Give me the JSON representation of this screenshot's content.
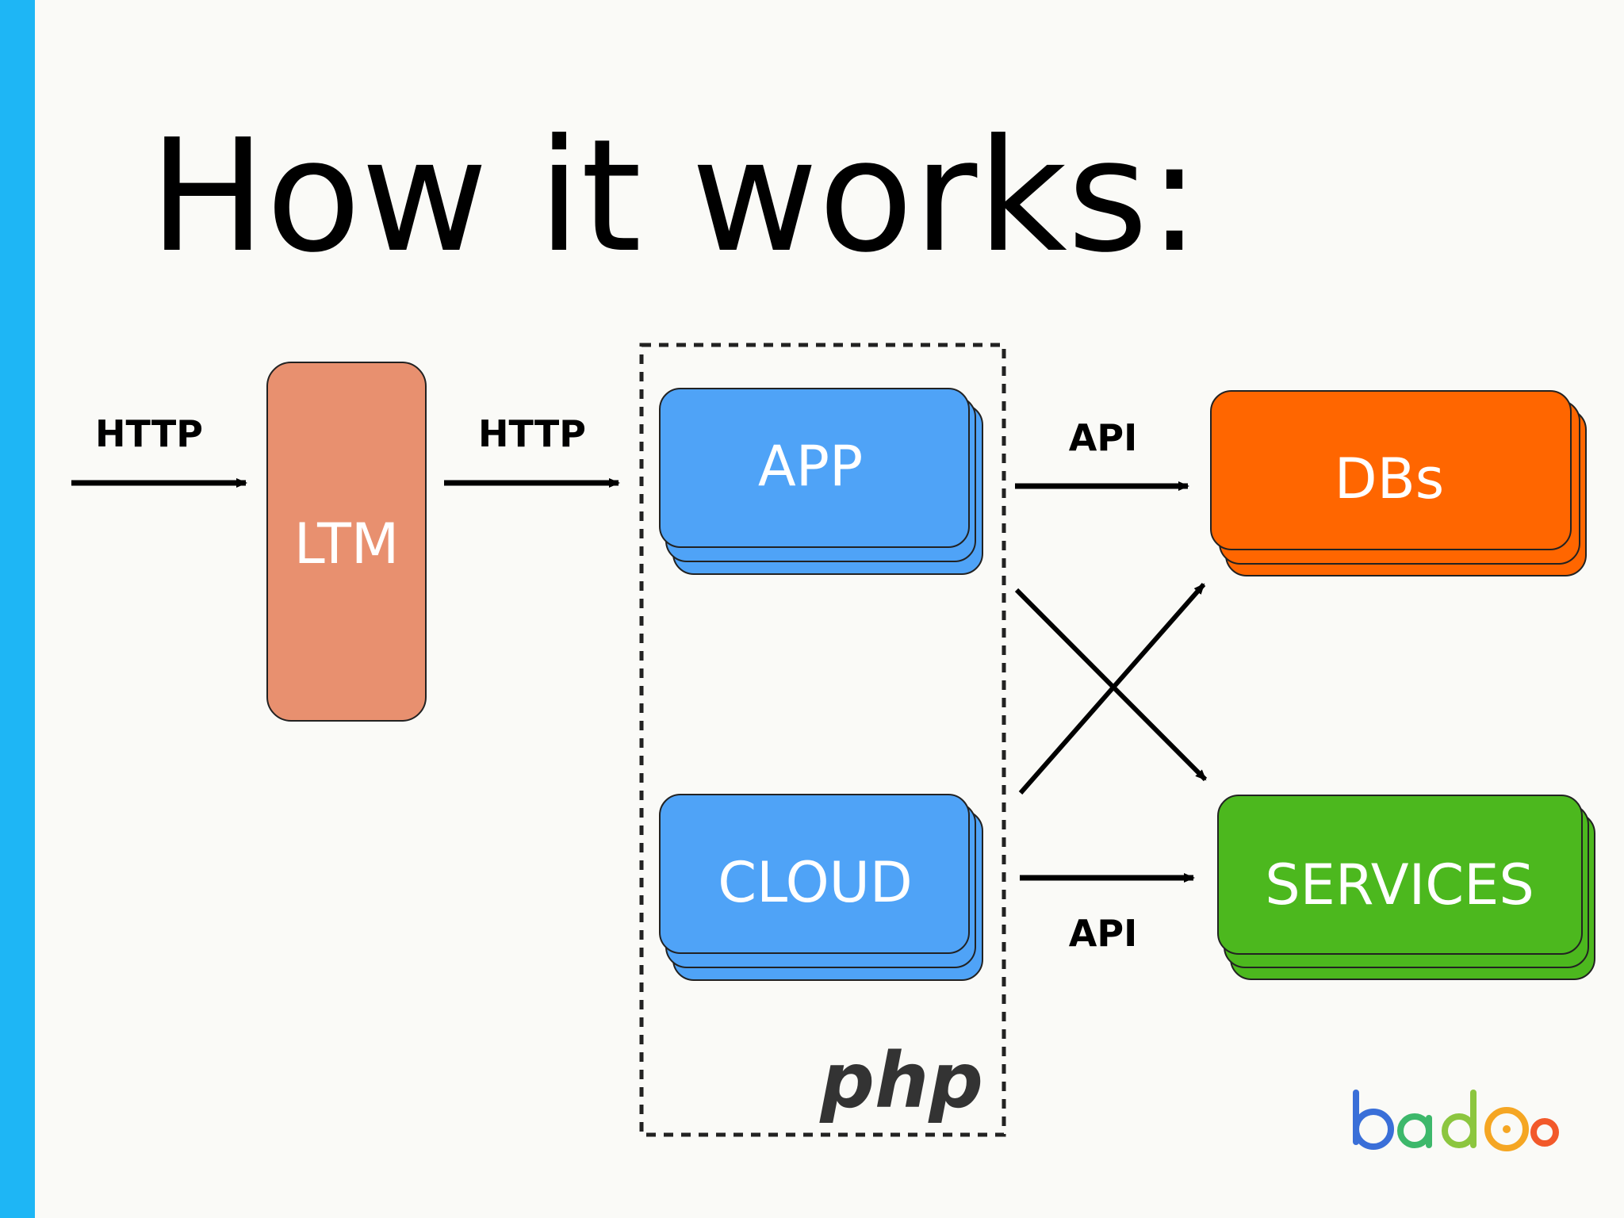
{
  "slide": {
    "title": "How it works:"
  },
  "colors": {
    "side_bar": "#1eb6f5",
    "ltm": "#e8906f",
    "app": "#4fa3f7",
    "cloud": "#4fa3f7",
    "dbs": "#ff6600",
    "services": "#4cb81e",
    "arrow": "#000000",
    "php_frame": "#222222"
  },
  "diagram": {
    "nodes": {
      "ltm": "LTM",
      "app": "APP",
      "cloud": "CLOUD",
      "dbs": "DBs",
      "services": "SERVICES"
    },
    "edge_labels": {
      "client_to_ltm": "HTTP",
      "ltm_to_app": "HTTP",
      "app_to_dbs": "API",
      "cloud_to_services": "API"
    },
    "group_label": "php"
  },
  "logo": {
    "text": "badoo",
    "icon": "badoo-logo"
  }
}
